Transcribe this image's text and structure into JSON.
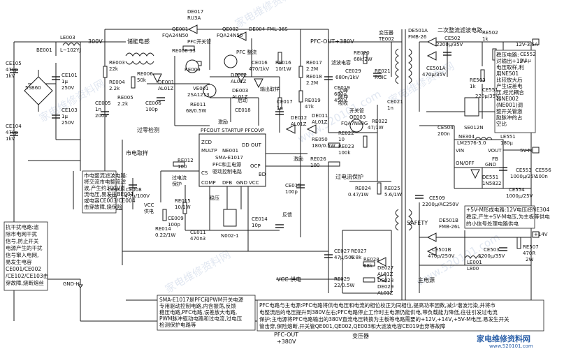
{
  "labels": {
    "v300": "300V",
    "le003": "LE003",
    "le003_val": "L~102YJ",
    "be001": "BE001",
    "ce105": "CE105",
    "ce105_v1": "470p",
    "ce105_v2": "1kV",
    "sb60": "5SB60",
    "ce101": "CE101",
    "ce101_v1": "1µ",
    "ce101_v2": "250V",
    "ce104": "CE104",
    "ce104_v1": "470p",
    "ce104_v2": "1kV",
    "ce103": "CE103",
    "ce103_v1": "1µ",
    "ce103_v2": "250V",
    "storage_inductor": "储能电感",
    "qe001": "QE001",
    "qe001_val": "FQA24N50",
    "pfc_switch": "PFC开关管",
    "de017": "DE017",
    "de017_val": "RU3A",
    "qe002": "QE002",
    "qe002_val": "FQA24N50",
    "de004": "DE004",
    "de004_val": "FML-36S",
    "pfc_out_top": "PFC-OUT+380V",
    "pfc_rectify": "PFC 整流",
    "re008": "RE008 33",
    "re009": "RE009",
    "re003": "RE003",
    "re003_val": "22k",
    "re004": "RE004",
    "re004_val": "2.2k",
    "re005": "RE005",
    "re005_val": "2.2k",
    "re006": "RE006",
    "re006_val": "50k",
    "de001": "DE001",
    "de001_val": "AL01Z",
    "ve001": "VE001",
    "ve001_val": "2SA1213",
    "ce006": "CE006",
    "ce006_val": "100p",
    "de002": "DE002",
    "de002_val": "AL01Z",
    "de003": "DE003",
    "de003_val": "AL01Z",
    "ce016": "CE016",
    "ce016_val": "470/1kV",
    "re016": "RE016",
    "re016_val": "10/1W",
    "output_sample": "输出取样",
    "startup": "启动",
    "re011": "RE011",
    "re011_val": "68/0.5W",
    "ce018": "CE018",
    "ce017": "CE017",
    "ce017_val": "1n",
    "excitation1": "激励",
    "de012": "DE012",
    "de012_val": "AL01Z",
    "overcurrent_detect": "过零检测",
    "mains_sample": "市电取样",
    "ce005": "CE005",
    "ce005_val": "1n",
    "ce005_v2": "200V",
    "pfcout_pins": "PFCOUT STARTUP PFCOVP",
    "zcd": "ZCD",
    "multp": "MULTP",
    "cs": "CS",
    "comp": "COMP",
    "dfb": "DFB",
    "gnd": "GND",
    "vcc": "VCC",
    "bd": "BD",
    "ddout": "DD OUT",
    "ocp": "OCP",
    "ne001": "NE001",
    "ne001_val": "SMA-E1017",
    "ic_desc1": "PFC和主电源",
    "ic_desc2": "驱动控制电路",
    "re012": "RE012",
    "re012_val": "100",
    "overcurrent_prot": "过电流",
    "overcurrent_prot2": "保护",
    "ce007": "CE007",
    "ce007_val": "33n",
    "ce008": "CE008",
    "ce008_val": "4.7µ/100V",
    "vcc_supply": "VCC",
    "vcc_supply2": "供电",
    "re014": "RE014",
    "re014_val": "0.22/1W",
    "re015": "RE015",
    "re015_val": "10/1W",
    "ce009": "CE009",
    "ce009_val": "100p",
    "regulation": "稳压",
    "ce011": "CE011",
    "ce011_val": "470n3",
    "n002": "N002-1",
    "ce014": "CE014",
    "ce014_val": "10p",
    "feedback": "反馈",
    "ce015": "CE015",
    "ce015_val": "100p",
    "re019": "RE019",
    "re019_val": "47k",
    "re017": "RE017",
    "re017_val": "2.2M",
    "re018": "RE018",
    "re018_val": "2.2M",
    "de011": "DE011",
    "de011_val": "AL01Z",
    "excitation2": "激励",
    "ce019": "CE019",
    "ce019_v1": "680µ",
    "ce019_v2": "450V",
    "filter_cap": "滤波电容",
    "t_e002": "变压器",
    "t_e002_id": "TE002",
    "re020": "RE020",
    "re020_val": "68k/2W",
    "ce029": "CE029",
    "ce029_val": "680n/1kV",
    "re021": "RE021",
    "re021_val": "RGIC",
    "ce021": "CE021",
    "ce021_val": "1n",
    "spike_absorb1": "尖峰",
    "spike_absorb2": "脉冲",
    "spike_absorb3": "吸收",
    "switch_tube": "开关管",
    "qe003": "QE003",
    "qe003_val": "FQA7N80G",
    "re022": "RE022",
    "re022_val": "10",
    "re023": "RE023",
    "re023_val": "100k",
    "re050": "RE050",
    "re050_val": "180/0.5W",
    "re026": "RE026",
    "re026_val": "100",
    "re022b": "RE022",
    "re022b_val": "47/1W",
    "overcurrent_prot3": "过电流保护",
    "re024": "RE024",
    "re024_val": "0.47/1W",
    "re025": "RE025",
    "re025_val": "5.6/1W",
    "ce027": "CE027",
    "ce027_val": "47µ/50V",
    "re027": "RE027",
    "re027_val": "6.8k",
    "re028": "RE028",
    "re028_val": "68k",
    "de027": "DE027",
    "de027_val": "AL01Z",
    "re029": "RE029",
    "re029_val": "22/0.5W",
    "de028": "DE028",
    "de029": "DE029",
    "de029_val": "AL01Z",
    "vcc_supply3": "VCC 供电",
    "gnd_h": "GND-H",
    "transformer_bottom": "变压器",
    "pfc_out_bottom1": "PFC-OUT",
    "pfc_out_bottom2": "+380V",
    "te002_top": "变压器",
    "te002_top_id": "TE002",
    "de501a": "DE501A",
    "de501a_val": "FMB-26",
    "secondary_rectify": "二次整流滤波电路",
    "ce502": "CE502",
    "ce502_val": "2200µ/35V",
    "re502": "RE502",
    "re502_val": "1k",
    "v12_top": "12V-3.5A",
    "ce501a": "CE501A",
    "ce501a_val": "470µ/35V",
    "ce552": "CE552",
    "ce552_val": "0.1µ",
    "re503": "RE503",
    "re503_val": "1k",
    "ce551": "CE551",
    "ce551_val": "220µ/35V",
    "ce504": "CE504",
    "ce504_val": "200n",
    "se012": "SE012N",
    "ne304": "NE304",
    "ne304_val": "LM2576-5.0",
    "le551": "LE551",
    "le551_val": "180µ",
    "vin": "VIN",
    "vout": "VOUT",
    "onoff": "ON/OFF",
    "fb": "FB",
    "gnd2": "GND",
    "v5": "5V-M",
    "de551": "DE551",
    "de551_val": "1N5822",
    "ce553": "CE553",
    "ce553_val": "1000µ/25V",
    "ce554": "CE554",
    "ce554_val": "1000µ/25V",
    "ce556": "CE556",
    "ce556_val": "100n",
    "ce509": "CE509",
    "ce509_val": "2200µ/AC250V",
    "safety": "SAFETY",
    "de501b": "DE501B",
    "de501b_val": "FMB-26L",
    "v14": "+14V",
    "ce501b": "CE501B",
    "ce501b_val": "470p/250V",
    "ce503": "CE503",
    "ce503_val": "2200µ/35V",
    "le001": "LE001",
    "le001_val": "L800",
    "re507": "RE507",
    "re507_val": "470R",
    "re507_v2": "2W",
    "main_supply": "主电源"
  },
  "annotations": {
    "mains_rectify": [
      "市电整流滤波电路:",
      "将交流市电整流滤",
      "波,产生约300V直",
      "流电压,易发生BE001",
      "或电容CE003/CE004",
      "击穿故障,烧保险"
    ],
    "anti_interference": [
      "抗干扰电路:滤",
      "除市电网干扰",
      "信号,防止开关",
      "电源产生的干扰",
      "信号窜入电网,",
      "易发生电容",
      "CE001/CE002",
      "/CE102/CE103击",
      "穿故障,烧断熔丝"
    ],
    "regulator_note": [
      "稳压电路:",
      "对输出+12V",
      "电压取样,利",
      "用NE501",
      "比较放大后",
      "产生误差电",
      "压,经光耦合",
      "器NE002",
      "(NE001)调",
      "整开关管激",
      "励脉冲的占",
      "空比"
    ],
    "sma_note": [
      "SMA-E1017是PFC和PWM开关电源",
      "专用驱动控制电路,内含振荡,反馈",
      "稳压电路,PFC电路,误差放大电路,",
      "PWM脉冲驱动电路和过电流,过电压",
      "检测保护电路等"
    ],
    "five_v_note": [
      "+5V-M形成电路:12V电压经NE304",
      "稳定,产生+5V-M电压,为主板等供电",
      "的小信号处理电路供电"
    ],
    "pfc_main_note": [
      "PFC电路与主电源:PFC电路将供电电压和电流的相位校正为同相位,提高功率因数,减少谐波污染,并将市",
      "电整流后的电压提升到380V左右;PFC电路停止工作时主电源仍能供电,带负载能力降低,往往引发过电流",
      "保护;主电源将PFC电路输出的380V直流电压转换为主板等电路需要的+12V,+14V,+5V-M电压,易发生开关",
      "管击穿,保险熔断,开关管QE001,QE002,QE003和大滤波电容CE019击穿等故障"
    ]
  },
  "watermarks": [
    "家电维修资料网",
    "家电维修资料网",
    "www.520101.com",
    "家电维修资料网",
    "www.520101.com",
    "家电维修资料网"
  ],
  "logo_text": "家电维修资料网",
  "logo_url": "www.520101.com"
}
